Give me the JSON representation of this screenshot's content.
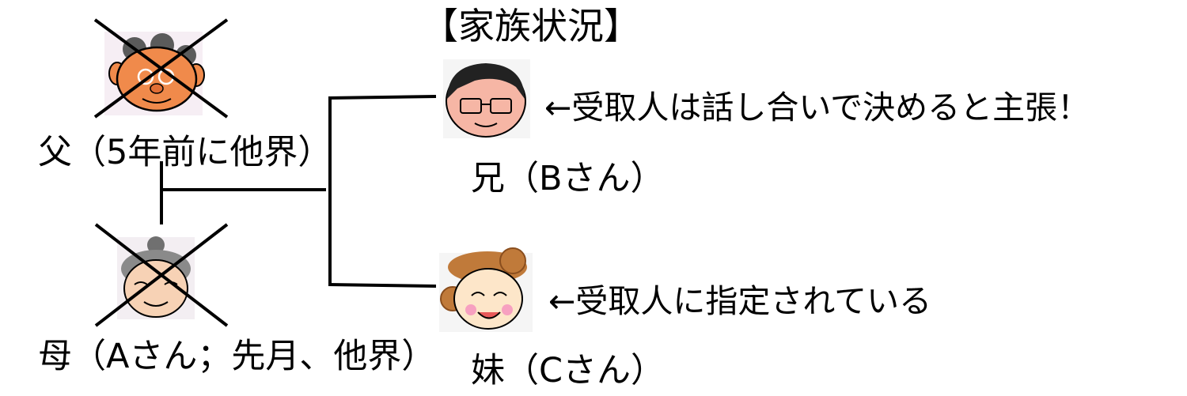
{
  "title": "【家族状況】",
  "father": {
    "label": "父（5年前に他界）",
    "icon": "elderly-man-face-icon",
    "deceased": true
  },
  "mother": {
    "label": "母（Aさん；先月、他界）",
    "icon": "elderly-woman-face-icon",
    "deceased": true
  },
  "brother": {
    "label": "兄（Bさん）",
    "icon": "man-with-glasses-face-icon",
    "note": "←受取人は話し合いで決めると主張！"
  },
  "sister": {
    "label": "妹（Cさん）",
    "icon": "smiling-woman-face-icon",
    "note": "←受取人に指定されている"
  },
  "colors": {
    "skin": "#F9A77A",
    "line": "#000000"
  }
}
